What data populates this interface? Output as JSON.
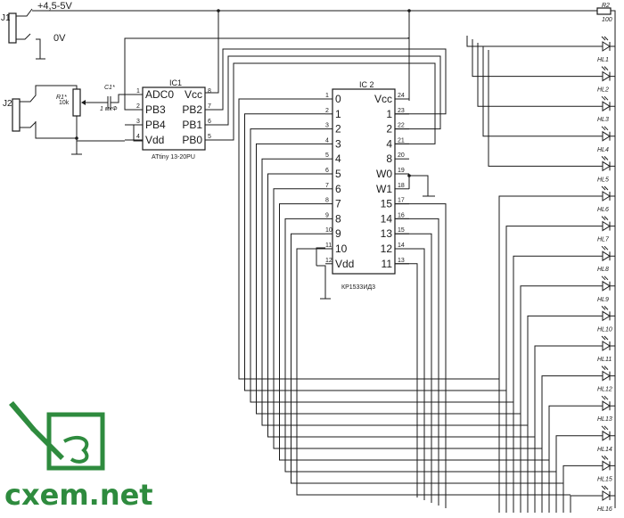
{
  "supply": {
    "label": "+4,5-5V",
    "ground_label": "0V"
  },
  "connectors": {
    "j1": "J1",
    "j2": "J2"
  },
  "r1": {
    "ref": "R1*",
    "value": "10k"
  },
  "c1": {
    "ref": "C1*",
    "value": "1 мкФ"
  },
  "r2": {
    "ref": "R2",
    "value": "100"
  },
  "ic1": {
    "title": "IC1",
    "part": "ATtiny 13-20PU",
    "left_pins": [
      {
        "name": "ADC0",
        "num": "1"
      },
      {
        "name": "PB3",
        "num": "2"
      },
      {
        "name": "PB4",
        "num": "3"
      },
      {
        "name": "Vdd",
        "num": "4"
      }
    ],
    "right_pins": [
      {
        "name": "Vcc",
        "num": "8"
      },
      {
        "name": "PB2",
        "num": "7"
      },
      {
        "name": "PB1",
        "num": "6"
      },
      {
        "name": "PB0",
        "num": "5"
      }
    ]
  },
  "ic2": {
    "title": "IC 2",
    "part": "КР1533ИД3",
    "left_pins": [
      {
        "name": "0",
        "num": "1"
      },
      {
        "name": "1",
        "num": "2"
      },
      {
        "name": "2",
        "num": "3"
      },
      {
        "name": "3",
        "num": "4"
      },
      {
        "name": "4",
        "num": "5"
      },
      {
        "name": "5",
        "num": "6"
      },
      {
        "name": "6",
        "num": "7"
      },
      {
        "name": "7",
        "num": "8"
      },
      {
        "name": "8",
        "num": "9"
      },
      {
        "name": "9",
        "num": "10"
      },
      {
        "name": "10",
        "num": "11"
      },
      {
        "name": "Vdd",
        "num": "12"
      }
    ],
    "right_pins": [
      {
        "name": "Vcc",
        "num": "24"
      },
      {
        "name": "1",
        "num": "23"
      },
      {
        "name": "2",
        "num": "22"
      },
      {
        "name": "4",
        "num": "21"
      },
      {
        "name": "8",
        "num": "20"
      },
      {
        "name": "W0",
        "num": "19"
      },
      {
        "name": "W1",
        "num": "18"
      },
      {
        "name": "15",
        "num": "17"
      },
      {
        "name": "14",
        "num": "16"
      },
      {
        "name": "13",
        "num": "15"
      },
      {
        "name": "12",
        "num": "14"
      },
      {
        "name": "11",
        "num": "13"
      }
    ]
  },
  "leds": [
    "HL1",
    "HL2",
    "HL3",
    "HL4",
    "HL5",
    "HL6",
    "HL7",
    "HL8",
    "HL9",
    "HL10",
    "HL11",
    "HL12",
    "HL13",
    "HL14",
    "HL15",
    "HL16"
  ],
  "logo": {
    "text": "cxem.net"
  }
}
